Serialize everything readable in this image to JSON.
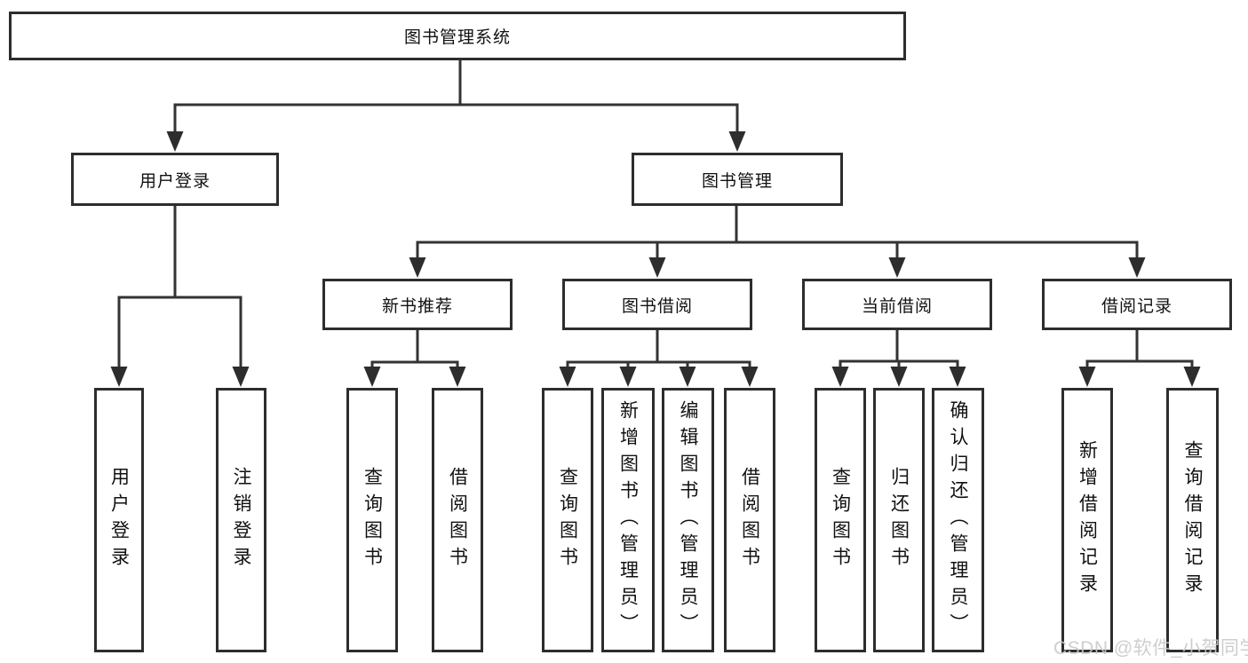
{
  "diagram": {
    "root": {
      "label": "图书管理系统"
    },
    "level2": [
      {
        "label": "用户登录"
      },
      {
        "label": "图书管理"
      }
    ],
    "level3": [
      {
        "label": "新书推荐"
      },
      {
        "label": "图书借阅"
      },
      {
        "label": "当前借阅"
      },
      {
        "label": "借阅记录"
      }
    ],
    "leaves": {
      "user_login": [
        {
          "label": "用户登录"
        },
        {
          "label": "注销登录"
        }
      ],
      "new_book": [
        {
          "label": "查询图书"
        },
        {
          "label": "借阅图书"
        }
      ],
      "book_borrow": [
        {
          "label": "查询图书"
        },
        {
          "label": "新增图书（管理员）"
        },
        {
          "label": "编辑图书（管理员）"
        },
        {
          "label": "借阅图书"
        }
      ],
      "current_borrow": [
        {
          "label": "查询图书"
        },
        {
          "label": "归还图书"
        },
        {
          "label": "确认归还（管理员）"
        }
      ],
      "borrow_record": [
        {
          "label": "新增借阅记录"
        },
        {
          "label": "查询借阅记录"
        }
      ]
    },
    "watermark": "CSDN @软件_小贺同学",
    "colors": {
      "line": "#333333",
      "box_border": "#2d2d2d",
      "text": "#111111",
      "watermark": "#c9c9c9",
      "background": "#ffffff"
    }
  }
}
